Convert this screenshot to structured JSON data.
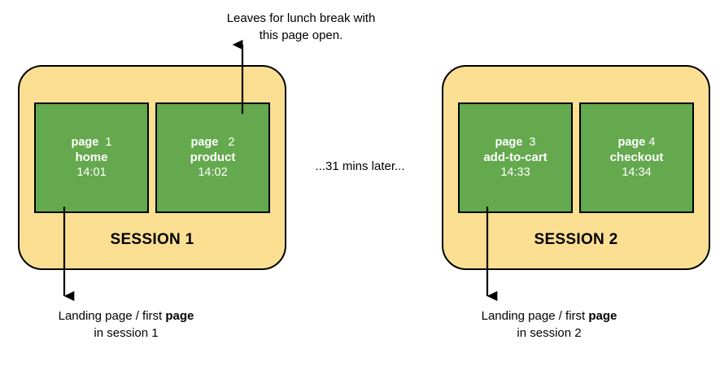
{
  "diagram": {
    "title_note_top": "Leaves for lunch break with this page open.",
    "gap_note": "...31 mins later...",
    "colors": {
      "session_fill": "#FADF93",
      "page_fill": "#64A94D",
      "stroke": "#000000",
      "page_text": "#FFFFFF"
    }
  },
  "annotations": {
    "top": {
      "line1": "Leaves for lunch break with",
      "line2": "this page open."
    },
    "gap": {
      "text": "...31 mins later..."
    },
    "bottom_left": {
      "line1_pre": "Landing page / first ",
      "line1_bold": "page",
      "line2": "in session 1"
    },
    "bottom_right": {
      "line1_pre": "Landing page / first ",
      "line1_bold": "page",
      "line2": "in session 2"
    }
  },
  "sessions": [
    {
      "id": "session-1",
      "label": "SESSION 1",
      "pages": [
        {
          "kw": "page",
          "number": "1",
          "name": "home",
          "time": "14:01"
        },
        {
          "kw": "page",
          "number": "2",
          "name": "product",
          "time": "14:02"
        }
      ]
    },
    {
      "id": "session-2",
      "label": "SESSION 2",
      "pages": [
        {
          "kw": "page",
          "number": "3",
          "name": "add-to-cart",
          "time": "14:33"
        },
        {
          "kw": "page",
          "number": "4",
          "name": "checkout",
          "time": "14:34"
        }
      ]
    }
  ]
}
